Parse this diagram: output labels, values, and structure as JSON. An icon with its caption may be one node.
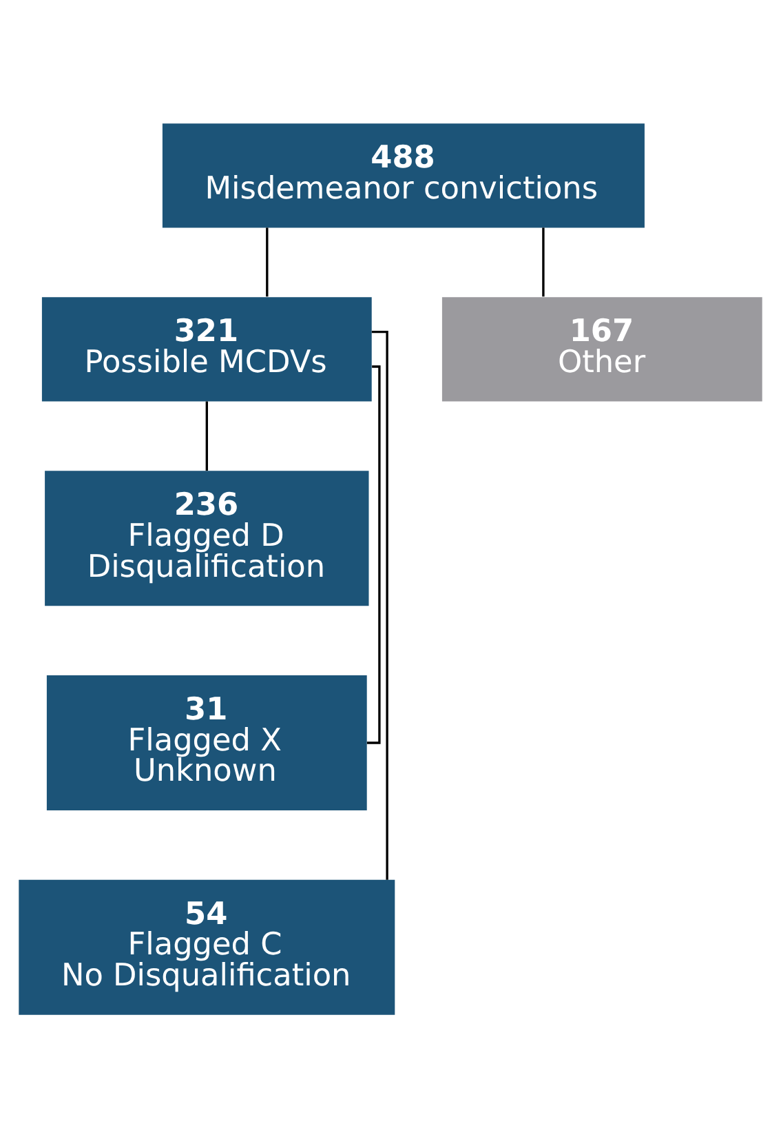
{
  "diagram": {
    "nodes": [
      {
        "text": [
          "488",
          "Misdemeanor convictions"
        ]
      },
      {
        "text": [
          "321",
          "Possible MCDVs"
        ]
      },
      {
        "text": [
          "167",
          "Other"
        ]
      },
      {
        "text": [
          "236",
          "Flagged D",
          "Disqualification"
        ]
      },
      {
        "text": [
          "31",
          "Flagged X",
          "Unknown"
        ]
      },
      {
        "text": [
          "54",
          "Flagged C",
          "No Disqualification"
        ]
      }
    ],
    "edges": [
      {
        "from": 0,
        "to": 1,
        "arrow": "none"
      },
      {
        "from": 0,
        "to": 2,
        "arrow": "none"
      },
      {
        "from": 1,
        "to": 3,
        "arrow": "none"
      },
      {
        "from": 1,
        "to": 4,
        "arrow": "none"
      },
      {
        "from": 1,
        "to": 5,
        "arrow": "none"
      }
    ]
  }
}
